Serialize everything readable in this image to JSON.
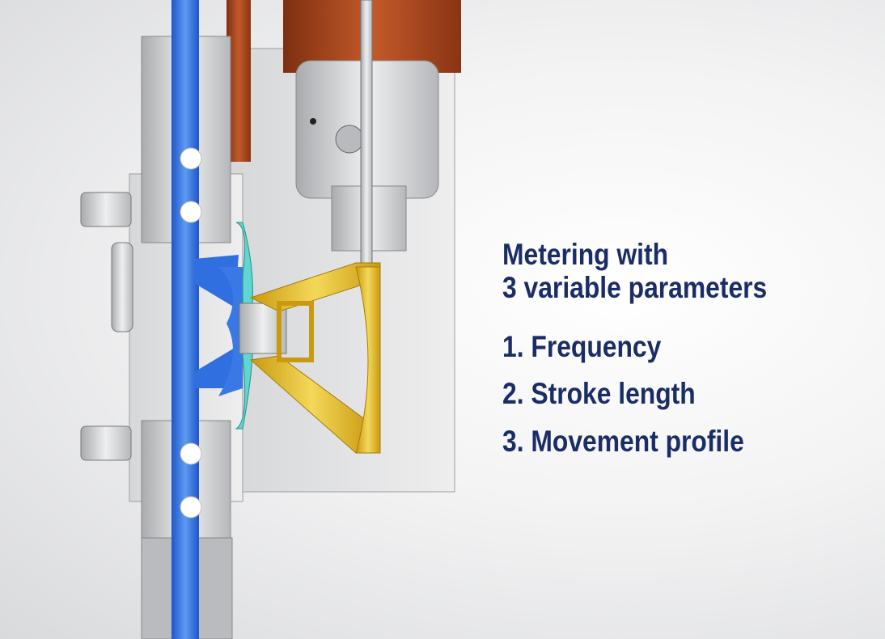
{
  "heading": {
    "line1": "Metering with",
    "line2": "3 variable parameters"
  },
  "parameters": [
    {
      "label": "1. Frequency"
    },
    {
      "label": "2. Stroke length"
    },
    {
      "label": "3. Movement profile"
    }
  ],
  "colors": {
    "text": "#1b2d66",
    "fluid": "#2f6fe0",
    "mechanism": "#e2b81f",
    "coil": "#a8461c",
    "metal": "#c9cbce",
    "diaphragm": "#5fd6d0"
  }
}
